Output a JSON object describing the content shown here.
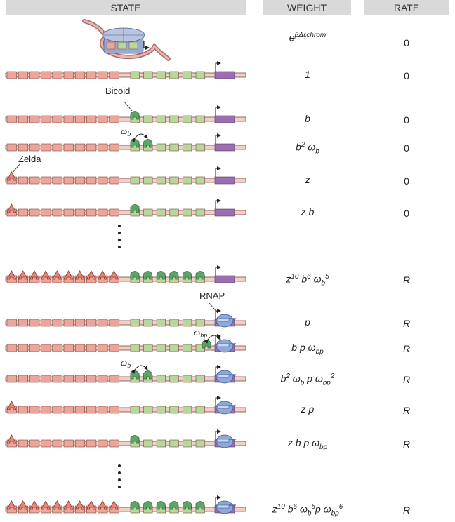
{
  "headers": {
    "state": "STATE",
    "weight": "WEIGHT",
    "rate": "RATE"
  },
  "labels": {
    "bicoid": "Bicoid",
    "zelda": "Zelda",
    "rnap": "RNAP"
  },
  "colors": {
    "zelda": "#e8857a",
    "bicoid": "#5ea36a",
    "promoter": "#9b6fb0",
    "rnap": "#8fa8d8",
    "dna_light": "#f2cfc4",
    "zelda_site": "#eca599",
    "bicoid_site": "#b8d79a",
    "header": "#d9d9d9"
  },
  "rows": [
    {
      "state": "chromatin",
      "weight": {
        "base": "e",
        "sup": "βΔεchrom"
      },
      "rate": "0"
    },
    {
      "state": "empty",
      "weight": {
        "text": "1"
      },
      "rate": "0"
    },
    {
      "state": "bicoid-1",
      "weight": {
        "text": "b"
      },
      "rate": "0"
    },
    {
      "state": "bicoid-2-coop",
      "interaction": "ωb",
      "weight": {
        "html": "b<sup>2</sup> ω<sub>b</sub>"
      },
      "rate": "0"
    },
    {
      "state": "zelda-1",
      "weight": {
        "text": "z"
      },
      "rate": "0"
    },
    {
      "state": "zelda-1-bicoid-1",
      "weight": {
        "text": "z b"
      },
      "rate": "0"
    },
    {
      "state": "all-bound",
      "weight": {
        "html": "z<sup>10</sup> b<sup>6</sup> ω<sub>b</sub><sup>5</sup>"
      },
      "rate": "R"
    },
    {
      "state": "rnap",
      "weight": {
        "text": "p"
      },
      "rate": "R"
    },
    {
      "state": "bicoid-rnap",
      "interaction": "ωbp",
      "weight": {
        "html": "b p ω<sub>bp</sub>"
      },
      "rate": "R"
    },
    {
      "state": "bicoid-2-rnap",
      "interaction": "ωb",
      "weight": {
        "html": "b<sup>2</sup> ω<sub>b</sub> p ω<sub>bp</sub><sup>2</sup>"
      },
      "rate": "R"
    },
    {
      "state": "zelda-rnap",
      "weight": {
        "text": "z p"
      },
      "rate": "R"
    },
    {
      "state": "zelda-bicoid-rnap",
      "weight": {
        "html": "z b p ω<sub>bp</sub>"
      },
      "rate": "R"
    },
    {
      "state": "all-bound-rnap",
      "weight": {
        "html": "z<sup>10</sup> b<sup>6</sup> ω<sub>b</sub><sup>5</sup>p ω<sub>bp</sub><sup>6</sup>"
      },
      "rate": "R"
    }
  ]
}
